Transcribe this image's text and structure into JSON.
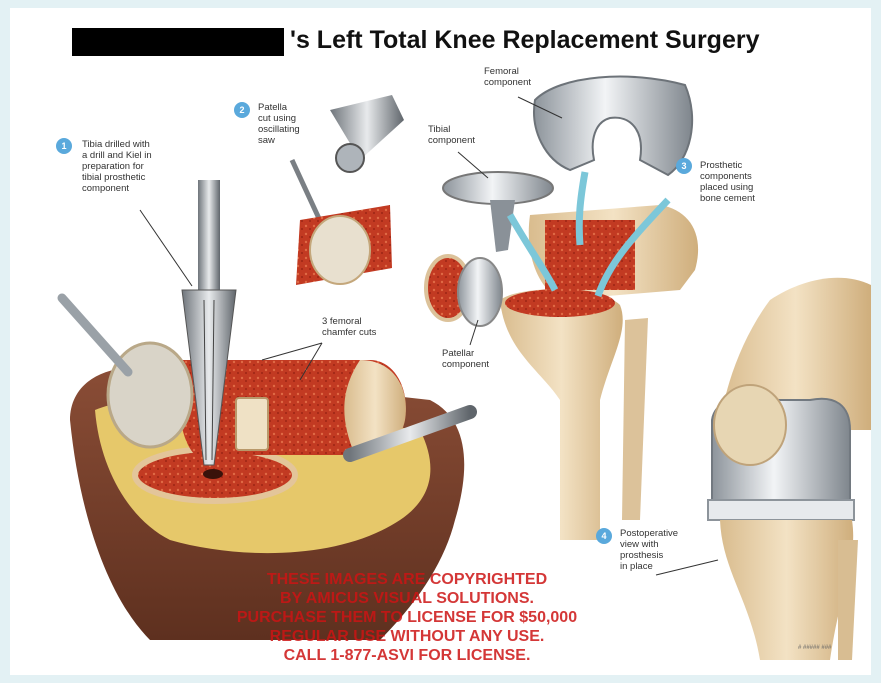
{
  "title": {
    "redacted": "█████████",
    "text": "'s Left Total Knee Replacement Surgery"
  },
  "steps": [
    {
      "number": "1",
      "text": "Tibia drilled with\na drill and Kiel in\npreparation for\ntibial prosthetic\ncomponent"
    },
    {
      "number": "2",
      "text": "Patella\ncut using\noscillating\nsaw"
    },
    {
      "number": "3",
      "text": "Prosthetic\ncomponents\nplaced using\nbone cement"
    },
    {
      "number": "4",
      "text": "Postoperative\nview with\nprosthesis\nin place"
    }
  ],
  "labels": {
    "femoral_component": "Femoral\ncomponent",
    "tibial_component": "Tibial\ncomponent",
    "chamfer_cuts": "3 femoral\nchamfer cuts",
    "patellar_component": "Patellar\ncomponent"
  },
  "watermark": "THESE IMAGES ARE COPYRIGHTED\nBY AMICUS VISUAL SOLUTIONS.\nPURCHASE THEM TO LICENSE FOR $50,000\nREGULAR USE WITHOUT ANY USE.\nCALL 1-877-ASVI FOR LICENSE.",
  "image_code": "# ##### ###",
  "colors": {
    "background": "#e3f1f4",
    "badge": "#5aa9dc",
    "bone_red": "#c23a22",
    "bone_tan": "#e9d3ad",
    "metal": "#c9ced3",
    "skin": "#7a4330",
    "fat_yellow": "#e6c86a",
    "watermark": "#cd1414"
  }
}
